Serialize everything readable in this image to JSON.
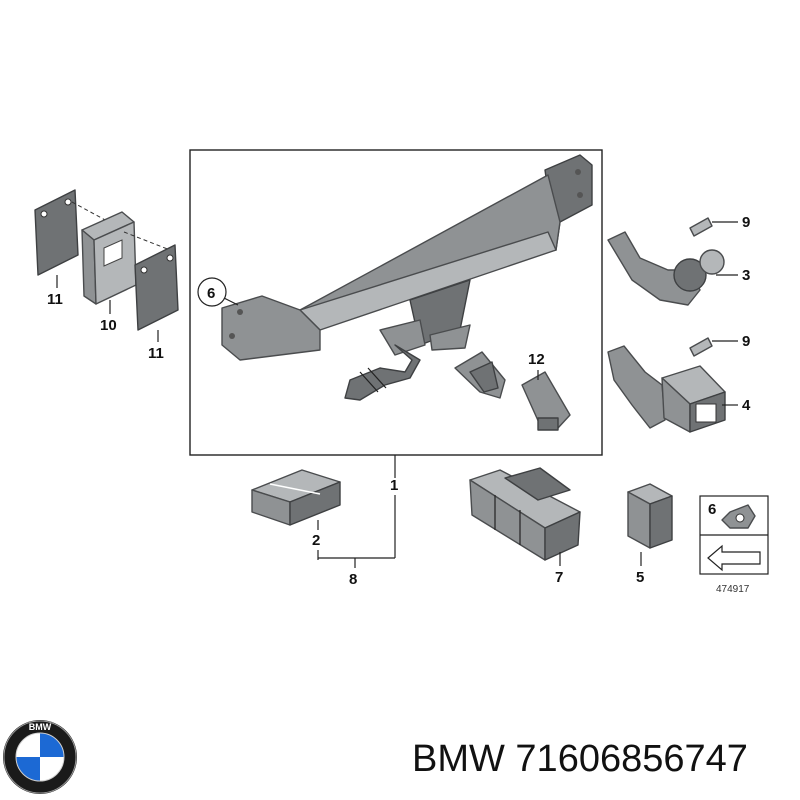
{
  "callouts": {
    "c1": "1",
    "c2": "2",
    "c3": "3",
    "c4": "4",
    "c5": "5",
    "c6a": "6",
    "c6b": "6",
    "c7": "7",
    "c8": "8",
    "c9a": "9",
    "c9b": "9",
    "c10": "10",
    "c11a": "11",
    "c11b": "11",
    "c12": "12"
  },
  "reference_number": "474917",
  "footer": {
    "brand": "BMW",
    "part_number": "71606856747",
    "text": "BMW 71606856747"
  },
  "logo": {
    "text": "BMW",
    "colors": {
      "blue": "#1c69d4",
      "white": "#ffffff",
      "ring": "#1a1a1a"
    }
  },
  "colors": {
    "part": "#8f9294",
    "outline": "#4a4c4e"
  }
}
